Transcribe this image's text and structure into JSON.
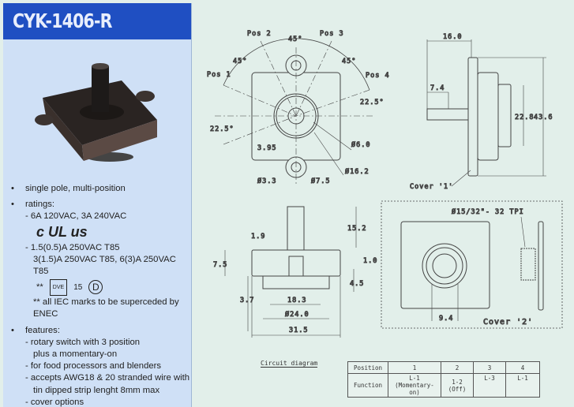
{
  "title": "CYK-1406-R",
  "features": {
    "pole": "single pole, multi-position",
    "ratings_label": "ratings:",
    "rating_ul": "- 6A 120VAC, 3A 240VAC",
    "ul_mark": "c UL us",
    "rating_iec_1": "- 1.5(0.5)A 250VAC T85",
    "rating_iec_2": "3(1.5)A 250VAC T85, 6(3)A 250VAC T85",
    "iec_marks_prefix": "**",
    "vde_mark": "DVE",
    "semko_mark": "15",
    "demko_mark": "D",
    "note": "** all IEC marks to be superceded by ENEC",
    "features_label": "features:",
    "f1a": "- rotary switch with 3 position",
    "f1b": "plus a momentary-on",
    "f2": "- for food processors and blenders",
    "f3a": "- accepts AWG18 & 20 stranded wire with",
    "f3b": "tin dipped strip lenght 8mm max",
    "f4": "- cover options"
  },
  "drawing": {
    "pos1": "Pos 1",
    "pos2": "Pos 2",
    "pos3": "Pos 3",
    "pos4": "Pos 4",
    "ang45": "45°",
    "ang22": "22.5°",
    "d395": "3.95",
    "d60": "Ø6.0",
    "d162": "Ø16.2",
    "d33": "Ø3.3",
    "d75": "Ø7.5",
    "d160": "16.0",
    "d74": "7.4",
    "d228": "22.8",
    "d436": "43.6",
    "cover1": "Cover '1'",
    "d152": "15.2",
    "d19": "1.9",
    "d10": "1.0",
    "d75h": "7.5",
    "d45": "4.5",
    "d37": "3.7",
    "d183": "18.3",
    "d240": "Ø24.0",
    "d315": "31.5",
    "thread": "Ø15/32\"- 32 TPI",
    "d94": "9.4",
    "cover2": "Cover '2'"
  },
  "circuit_label": "Circuit diagram",
  "table": {
    "row1_head": "Position",
    "row2_head": "Function",
    "positions": [
      "1",
      "2",
      "3",
      "4"
    ],
    "functions": [
      [
        "L-1",
        "(Momentary-on)"
      ],
      [
        "1-2",
        "(Off)"
      ],
      [
        "L-3",
        ""
      ],
      [
        "L-1",
        ""
      ]
    ]
  }
}
